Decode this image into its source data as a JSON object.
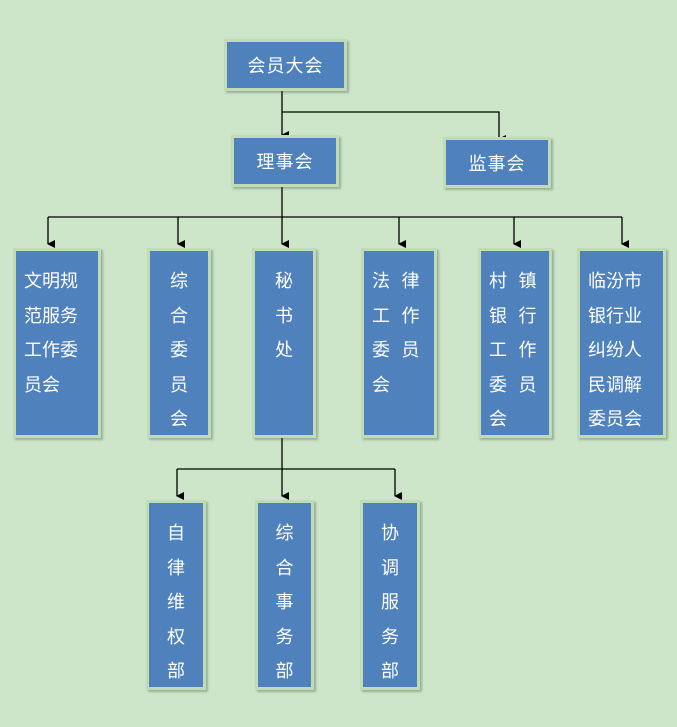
{
  "nodes": {
    "assembly": {
      "label": "会员大会"
    },
    "council": {
      "label": "理事会"
    },
    "supervisory": {
      "label": "监事会"
    },
    "civility": {
      "lines": "文明规\n范服务\n工作委\n员会"
    },
    "general": {
      "lines": "综\n合\n委\n员\n会"
    },
    "secretariat": {
      "lines": "秘\n书\n处"
    },
    "legal": {
      "lines": "法  律\n工  作\n委  员\n会"
    },
    "rural_bank": {
      "lines": "村  镇\n银  行\n工  作\n委  员\n会"
    },
    "mediation": {
      "lines": "临汾市\n银行业\n纠纷人\n民调解\n委员会"
    },
    "rights": {
      "lines": "自\n律\n维\n权\n部"
    },
    "affairs": {
      "lines": "综\n合\n事\n务\n部"
    },
    "coordination": {
      "lines": "协\n调\n服\n务\n部"
    }
  },
  "colors": {
    "background": "#cde5c8",
    "node_fill": "#4f81bd",
    "node_border": "#bfdcb6",
    "connector": "#000000"
  }
}
